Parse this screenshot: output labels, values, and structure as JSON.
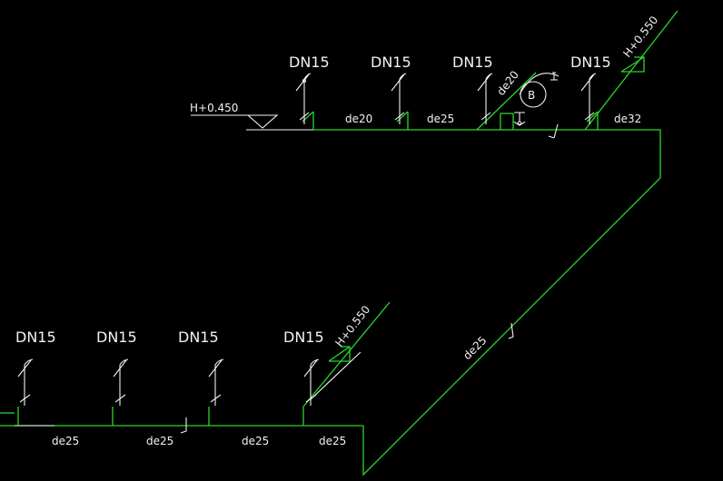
{
  "colors": {
    "background": "#000000",
    "pipe": "#2bd62b",
    "annotation": "#f2f2f2"
  },
  "top": {
    "dn": [
      "DN15",
      "DN15",
      "DN15",
      "DN15"
    ],
    "sizes": [
      "de20",
      "de25",
      "de32"
    ],
    "riser_size": "de20",
    "elevation_left": "H+0.450",
    "elevation_right": "H+0.550",
    "valve_symbol": "B"
  },
  "diagonal": {
    "size": "de25"
  },
  "bottom": {
    "dn": [
      "DN15",
      "DN15",
      "DN15",
      "DN15"
    ],
    "sizes": [
      "de25",
      "de25",
      "de25",
      "de25"
    ],
    "elevation": "H+0.550"
  }
}
